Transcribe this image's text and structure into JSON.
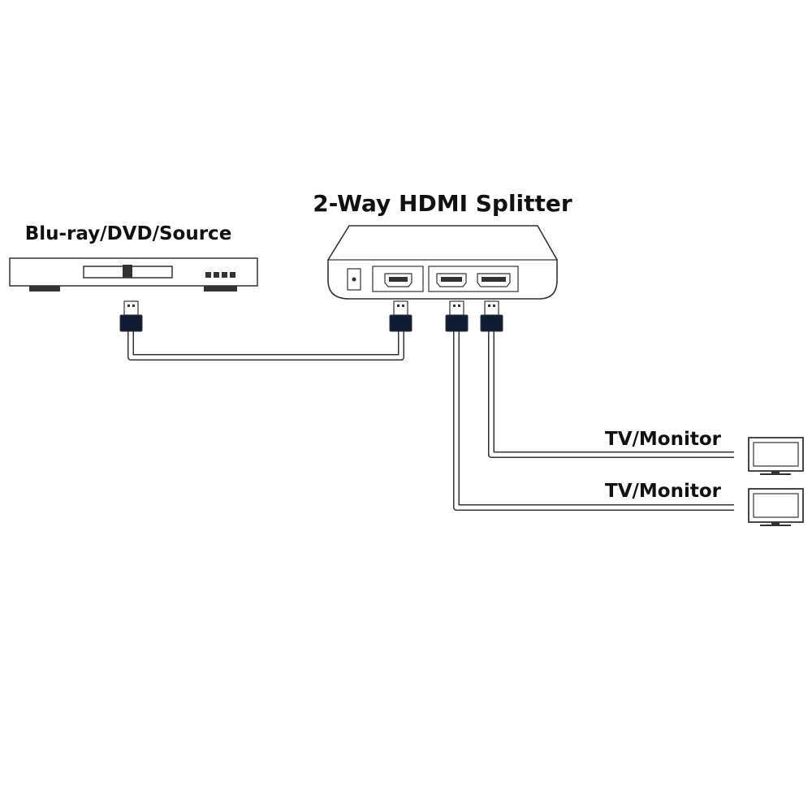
{
  "labels": {
    "splitter_title": "2-Way HDMI Splitter",
    "source_title": "Blu-ray/DVD/Source",
    "display_1": "TV/Monitor",
    "display_2": "TV/Monitor"
  },
  "colors": {
    "outline": "#333333",
    "connector_body": "#0f1a33",
    "text": "#111111"
  }
}
